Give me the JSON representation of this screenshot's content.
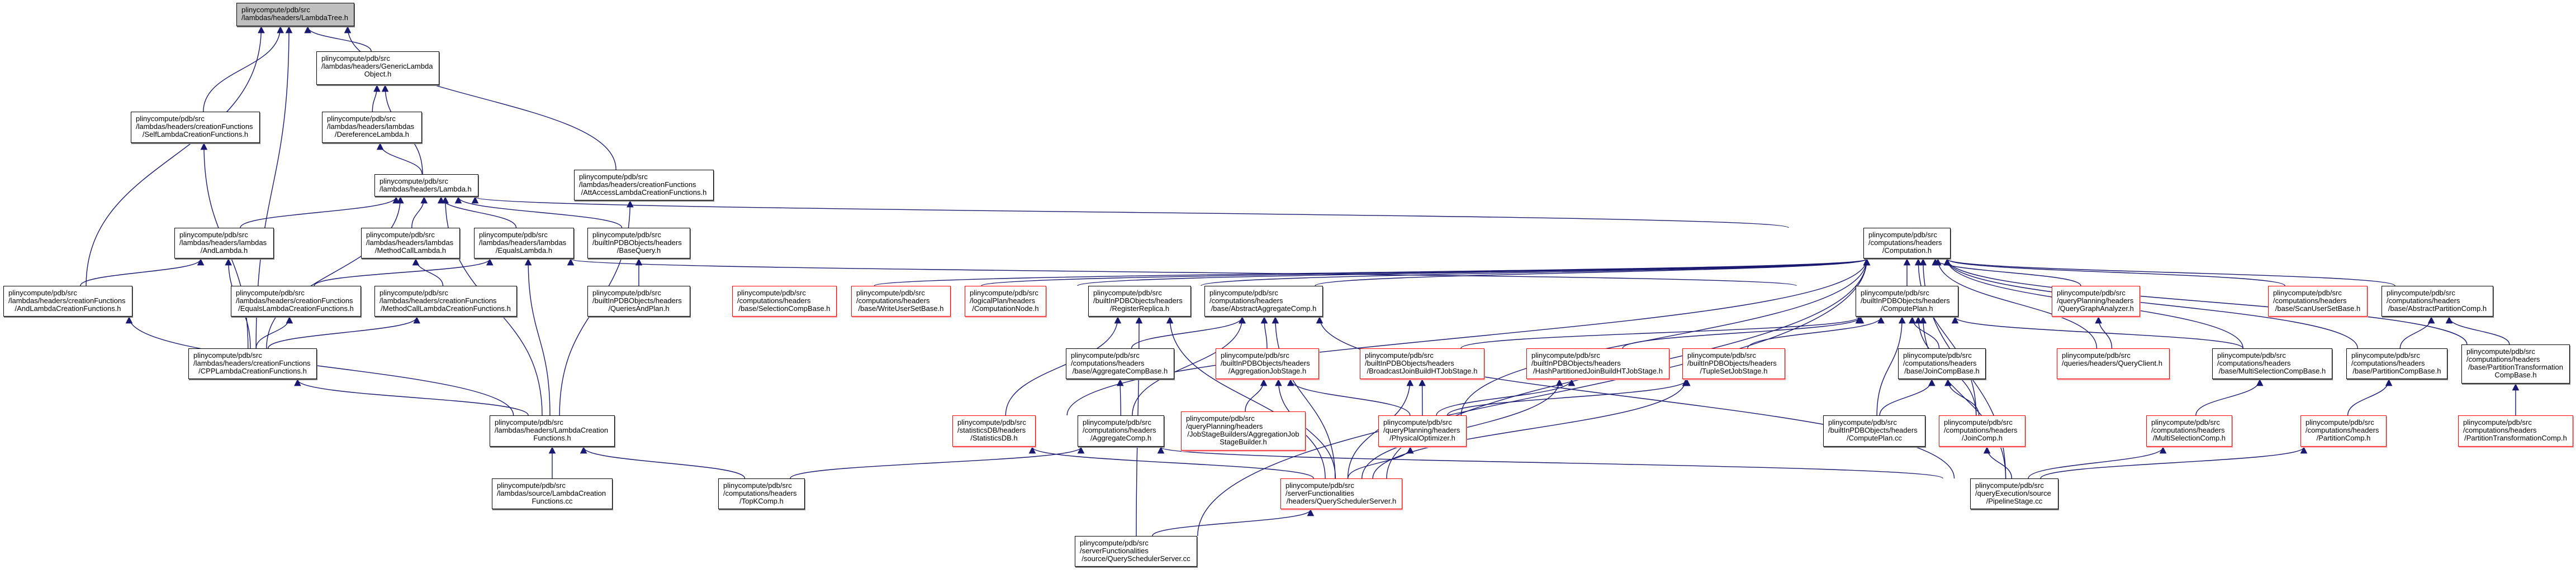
{
  "diagram": {
    "kind": "include-dependency-graph",
    "colors": {
      "edge": "#191970",
      "root_fill": "#bfbfbf",
      "node_border": "#000000",
      "truncated_border": "#ff0000"
    },
    "nodes": [
      {
        "id": "lambdatree",
        "lines": [
          "plinycompute/pdb/src",
          "/lambdas/headers/LambdaTree.h"
        ],
        "style": "root"
      },
      {
        "id": "genericlambda",
        "lines": [
          "plinycompute/pdb/src",
          "/lambdas/headers/GenericLambda",
          "Object.h"
        ],
        "style": "normal"
      },
      {
        "id": "selflcf",
        "lines": [
          "plinycompute/pdb/src",
          "/lambdas/headers/creationFunctions",
          "/SelfLambdaCreationFunctions.h"
        ],
        "style": "normal"
      },
      {
        "id": "derefl",
        "lines": [
          "plinycompute/pdb/src",
          "/lambdas/headers/lambdas",
          "/DereferenceLambda.h"
        ],
        "style": "normal"
      },
      {
        "id": "lambda",
        "lines": [
          "plinycompute/pdb/src",
          "/lambdas/headers/Lambda.h"
        ],
        "style": "normal"
      },
      {
        "id": "attaccesslcf",
        "lines": [
          "plinycompute/pdb/src",
          "/lambdas/headers/creationFunctions",
          "/AttAccessLambdaCreationFunctions.h"
        ],
        "style": "normal"
      },
      {
        "id": "andlambda",
        "lines": [
          "plinycompute/pdb/src",
          "/lambdas/headers/lambdas",
          "/AndLambda.h"
        ],
        "style": "normal"
      },
      {
        "id": "methodcalllambda",
        "lines": [
          "plinycompute/pdb/src",
          "/lambdas/headers/lambdas",
          "/MethodCallLambda.h"
        ],
        "style": "normal"
      },
      {
        "id": "equalslambda",
        "lines": [
          "plinycompute/pdb/src",
          "/lambdas/headers/lambdas",
          "/EqualsLambda.h"
        ],
        "style": "normal"
      },
      {
        "id": "basequery",
        "lines": [
          "plinycompute/pdb/src",
          "/builtInPDBObjects/headers",
          "/BaseQuery.h"
        ],
        "style": "normal"
      },
      {
        "id": "computation",
        "lines": [
          "plinycompute/pdb/src",
          "/computations/headers",
          "/Computation.h"
        ],
        "style": "normal"
      },
      {
        "id": "andlcf",
        "lines": [
          "plinycompute/pdb/src",
          "/lambdas/headers/creationFunctions",
          "/AndLambdaCreationFunctions.h"
        ],
        "style": "normal"
      },
      {
        "id": "equalslcf",
        "lines": [
          "plinycompute/pdb/src",
          "/lambdas/headers/creationFunctions",
          "/EqualsLambdaCreationFunctions.h"
        ],
        "style": "normal"
      },
      {
        "id": "methodcalllcf",
        "lines": [
          "plinycompute/pdb/src",
          "/lambdas/headers/creationFunctions",
          "/MethodCallLambdaCreationFunctions.h"
        ],
        "style": "normal"
      },
      {
        "id": "queriesandplan",
        "lines": [
          "plinycompute/pdb/src",
          "/builtInPDBObjects/headers",
          "/QueriesAndPlan.h"
        ],
        "style": "normal"
      },
      {
        "id": "selectioncompbase",
        "lines": [
          "plinycompute/pdb/src",
          "/computations/headers",
          "/base/SelectionCompBase.h"
        ],
        "style": "red"
      },
      {
        "id": "writeusersetbase",
        "lines": [
          "plinycompute/pdb/src",
          "/computations/headers",
          "/base/WriteUserSetBase.h"
        ],
        "style": "red"
      },
      {
        "id": "computationnode",
        "lines": [
          "plinycompute/pdb/src",
          "/logicalPlan/headers",
          "/ComputationNode.h"
        ],
        "style": "red"
      },
      {
        "id": "registerreplica",
        "lines": [
          "plinycompute/pdb/src",
          "/builtInPDBObjects/headers",
          "/RegisterReplica.h"
        ],
        "style": "normal"
      },
      {
        "id": "abstractaggregatecomp",
        "lines": [
          "plinycompute/pdb/src",
          "/computations/headers",
          "/base/AbstractAggregateComp.h"
        ],
        "style": "normal"
      },
      {
        "id": "computeplanh",
        "lines": [
          "plinycompute/pdb/src",
          "/builtInPDBObjects/headers",
          "/ComputePlan.h"
        ],
        "style": "normal"
      },
      {
        "id": "querygraphanalyzer",
        "lines": [
          "plinycompute/pdb/src",
          "/queryPlanning/headers",
          "/QueryGraphAnalyzer.h"
        ],
        "style": "red"
      },
      {
        "id": "scanusersetbase",
        "lines": [
          "plinycompute/pdb/src",
          "/computations/headers",
          "/base/ScanUserSetBase.h"
        ],
        "style": "red"
      },
      {
        "id": "abstractpartitioncomp",
        "lines": [
          "plinycompute/pdb/src",
          "/computations/headers",
          "/base/AbstractPartitionComp.h"
        ],
        "style": "normal"
      },
      {
        "id": "cpplcf",
        "lines": [
          "plinycompute/pdb/src",
          "/lambdas/headers/creationFunctions",
          "/CPPLambdaCreationFunctions.h"
        ],
        "style": "normal"
      },
      {
        "id": "aggregatecompbase",
        "lines": [
          "plinycompute/pdb/src",
          "/computations/headers",
          "/base/AggregateCompBase.h"
        ],
        "style": "normal"
      },
      {
        "id": "aggregationjobstage",
        "lines": [
          "plinycompute/pdb/src",
          "/builtInPDBObjects/headers",
          "/AggregationJobStage.h"
        ],
        "style": "red"
      },
      {
        "id": "broadcastjoin",
        "lines": [
          "plinycompute/pdb/src",
          "/builtInPDBObjects/headers",
          "/BroadcastJoinBuildHTJobStage.h"
        ],
        "style": "red"
      },
      {
        "id": "hashpartitionedjoin",
        "lines": [
          "plinycompute/pdb/src",
          "/builtInPDBObjects/headers",
          "/HashPartitionedJoinBuildHTJobStage.h"
        ],
        "style": "red"
      },
      {
        "id": "tuplesetjobstage",
        "lines": [
          "plinycompute/pdb/src",
          "/builtInPDBObjects/headers",
          "/TupleSetJobStage.h"
        ],
        "style": "red"
      },
      {
        "id": "joincompbase",
        "lines": [
          "plinycompute/pdb/src",
          "/computations/headers",
          "/base/JoinCompBase.h"
        ],
        "style": "normal"
      },
      {
        "id": "queryclient",
        "lines": [
          "plinycompute/pdb/src",
          "/queries/headers/QueryClient.h"
        ],
        "style": "red"
      },
      {
        "id": "multiselectioncompbase",
        "lines": [
          "plinycompute/pdb/src",
          "/computations/headers",
          "/base/MultiSelectionCompBase.h"
        ],
        "style": "normal"
      },
      {
        "id": "partitioncompbase",
        "lines": [
          "plinycompute/pdb/src",
          "/computations/headers",
          "/base/PartitionCompBase.h"
        ],
        "style": "normal"
      },
      {
        "id": "partitiontransformationcompbase",
        "lines": [
          "plinycompute/pdb/src",
          "/computations/headers",
          "/base/PartitionTransformation",
          "CompBase.h"
        ],
        "style": "normal"
      },
      {
        "id": "lambdacreationfunctionsh",
        "lines": [
          "plinycompute/pdb/src",
          "/lambdas/headers/LambdaCreation",
          "Functions.h"
        ],
        "style": "normal"
      },
      {
        "id": "statisticsdb",
        "lines": [
          "plinycompute/pdb/src",
          "/statisticsDB/headers",
          "/StatisticsDB.h"
        ],
        "style": "red"
      },
      {
        "id": "aggregatecomp",
        "lines": [
          "plinycompute/pdb/src",
          "/computations/headers",
          "/AggregateComp.h"
        ],
        "style": "normal"
      },
      {
        "id": "aggregationjobstagebuilder",
        "lines": [
          "plinycompute/pdb/src",
          "/queryPlanning/headers",
          "/JobStageBuilders/AggregationJob",
          "StageBuilder.h"
        ],
        "style": "red"
      },
      {
        "id": "physicaloptimizer",
        "lines": [
          "plinycompute/pdb/src",
          "/queryPlanning/headers",
          "/PhysicalOptimizer.h"
        ],
        "style": "red"
      },
      {
        "id": "computeplancc",
        "lines": [
          "plinycompute/pdb/src",
          "/builtInPDBObjects/headers",
          "/ComputePlan.cc"
        ],
        "style": "normal"
      },
      {
        "id": "joincomp",
        "lines": [
          "plinycompute/pdb/src",
          "/computations/headers",
          "/JoinComp.h"
        ],
        "style": "red"
      },
      {
        "id": "multiselectioncomp",
        "lines": [
          "plinycompute/pdb/src",
          "/computations/headers",
          "/MultiSelectionComp.h"
        ],
        "style": "red"
      },
      {
        "id": "partitioncomp",
        "lines": [
          "plinycompute/pdb/src",
          "/computations/headers",
          "/PartitionComp.h"
        ],
        "style": "red"
      },
      {
        "id": "partitiontransformationcomp",
        "lines": [
          "plinycompute/pdb/src",
          "/computations/headers",
          "/PartitionTransformationComp.h"
        ],
        "style": "red"
      },
      {
        "id": "lambdacreationfunctionscc",
        "lines": [
          "plinycompute/pdb/src",
          "/lambdas/source/LambdaCreation",
          "Functions.cc"
        ],
        "style": "normal"
      },
      {
        "id": "topkcomp",
        "lines": [
          "plinycompute/pdb/src",
          "/computations/headers",
          "/TopKComp.h"
        ],
        "style": "normal"
      },
      {
        "id": "queryschedulerserverh",
        "lines": [
          "plinycompute/pdb/src",
          "/serverFunctionalities",
          "/headers/QuerySchedulerServer.h"
        ],
        "style": "red"
      },
      {
        "id": "pipelinestagecc",
        "lines": [
          "plinycompute/pdb/src",
          "/queryExecution/source",
          "/PipelineStage.cc"
        ],
        "style": "normal"
      },
      {
        "id": "queryschedulerservercc",
        "lines": [
          "plinycompute/pdb/src",
          "/serverFunctionalities",
          "/source/QuerySchedulerServer.cc"
        ],
        "style": "normal"
      }
    ],
    "edges": [
      [
        "genericlambda",
        "lambdatree"
      ],
      [
        "selflcf",
        "lambdatree"
      ],
      [
        "andlcf",
        "lambdatree"
      ],
      [
        "attaccesslcf",
        "lambdatree"
      ],
      [
        "cpplcf",
        "lambdatree"
      ],
      [
        "derefl",
        "genericlambda"
      ],
      [
        "lambda",
        "genericlambda"
      ],
      [
        "lambda",
        "derefl"
      ],
      [
        "cpplcf",
        "selflcf"
      ],
      [
        "lambdacreationfunctionsh",
        "attaccesslcf"
      ],
      [
        "andlambda",
        "lambda"
      ],
      [
        "cpplcf",
        "lambda"
      ],
      [
        "methodcalllambda",
        "lambda"
      ],
      [
        "equalslambda",
        "lambda"
      ],
      [
        "basequery",
        "lambda"
      ],
      [
        "computation",
        "lambda"
      ],
      [
        "lambdacreationfunctionsh",
        "lambda"
      ],
      [
        "andlcf",
        "andlambda"
      ],
      [
        "cpplcf",
        "andlambda"
      ],
      [
        "methodcalllcf",
        "methodcalllambda"
      ],
      [
        "equalslcf",
        "equalslambda"
      ],
      [
        "lambdacreationfunctionsh",
        "equalslambda"
      ],
      [
        "computeplanh",
        "equalslambda"
      ],
      [
        "queriesandplan",
        "basequery"
      ],
      [
        "lambdacreationfunctionsh",
        "andlcf"
      ],
      [
        "cpplcf",
        "equalslcf"
      ],
      [
        "cpplcf",
        "methodcalllcf"
      ],
      [
        "lambdacreationfunctionsh",
        "cpplcf"
      ],
      [
        "lambdacreationfunctionscc",
        "lambdacreationfunctionsh"
      ],
      [
        "topkcomp",
        "lambdacreationfunctionsh"
      ],
      [
        "selectioncompbase",
        "computation"
      ],
      [
        "writeusersetbase",
        "computation"
      ],
      [
        "computationnode",
        "computation"
      ],
      [
        "registerreplica",
        "computation"
      ],
      [
        "abstractaggregatecomp",
        "computation"
      ],
      [
        "computeplanh",
        "computation"
      ],
      [
        "querygraphanalyzer",
        "computation"
      ],
      [
        "queryclient",
        "computation"
      ],
      [
        "scanusersetbase",
        "computation"
      ],
      [
        "abstractpartitioncomp",
        "computation"
      ],
      [
        "partitiontransformationcompbase",
        "computation"
      ],
      [
        "multiselectioncompbase",
        "computation"
      ],
      [
        "partitioncompbase",
        "computation"
      ],
      [
        "joincomp",
        "computation"
      ],
      [
        "statisticsdb",
        "computation"
      ],
      [
        "physicaloptimizer",
        "computation"
      ],
      [
        "queryschedulerserverh",
        "computation"
      ],
      [
        "pipelinestagecc",
        "computation"
      ],
      [
        "queryschedulerservercc",
        "computation"
      ],
      [
        "computeplancc",
        "computeplanh"
      ],
      [
        "joincompbase",
        "computeplanh"
      ],
      [
        "joincomp",
        "computeplanh"
      ],
      [
        "tuplesetjobstage",
        "computeplanh"
      ],
      [
        "broadcastjoin",
        "computeplanh"
      ],
      [
        "hashpartitionedjoin",
        "computeplanh"
      ],
      [
        "multiselectioncompbase",
        "computeplanh"
      ],
      [
        "pipelinestagecc",
        "computeplanh"
      ],
      [
        "aggregatecompbase",
        "abstractaggregatecomp"
      ],
      [
        "aggregationjobstage",
        "abstractaggregatecomp"
      ],
      [
        "aggregatecomp",
        "abstractaggregatecomp"
      ],
      [
        "queryschedulerserverh",
        "abstractaggregatecomp"
      ],
      [
        "pipelinestagecc",
        "abstractaggregatecomp"
      ],
      [
        "queryschedulerserverh",
        "registerreplica"
      ],
      [
        "statisticsdb",
        "registerreplica"
      ],
      [
        "queryschedulerservercc",
        "registerreplica"
      ],
      [
        "aggregatecomp",
        "aggregatecompbase"
      ],
      [
        "aggregationjobstagebuilder",
        "aggregationjobstage"
      ],
      [
        "physicaloptimizer",
        "aggregationjobstage"
      ],
      [
        "queryschedulerserverh",
        "aggregationjobstage"
      ],
      [
        "physicaloptimizer",
        "broadcastjoin"
      ],
      [
        "queryschedulerserverh",
        "broadcastjoin"
      ],
      [
        "physicaloptimizer",
        "hashpartitionedjoin"
      ],
      [
        "queryschedulerserverh",
        "hashpartitionedjoin"
      ],
      [
        "physicaloptimizer",
        "tuplesetjobstage"
      ],
      [
        "queryschedulerserverh",
        "tuplesetjobstage"
      ],
      [
        "queryschedulerserverh",
        "physicaloptimizer"
      ],
      [
        "queryschedulerserverh",
        "statisticsdb"
      ],
      [
        "topkcomp",
        "aggregatecomp"
      ],
      [
        "pipelinestagecc",
        "aggregatecomp"
      ],
      [
        "queryschedulerservercc",
        "queryschedulerserverh"
      ],
      [
        "computeplancc",
        "joincompbase"
      ],
      [
        "joincomp",
        "joincompbase"
      ],
      [
        "pipelinestagecc",
        "joincomp"
      ],
      [
        "queryclient",
        "querygraphanalyzer"
      ],
      [
        "multiselectioncomp",
        "multiselectioncompbase"
      ],
      [
        "partitioncomp",
        "partitioncompbase"
      ],
      [
        "partitioncompbase",
        "abstractpartitioncomp"
      ],
      [
        "partitiontransformationcompbase",
        "abstractpartitioncomp"
      ],
      [
        "partitiontransformationcomp",
        "partitiontransformationcompbase"
      ],
      [
        "pipelinestagecc",
        "multiselectioncomp"
      ],
      [
        "pipelinestagecc",
        "partitioncomp"
      ]
    ]
  }
}
